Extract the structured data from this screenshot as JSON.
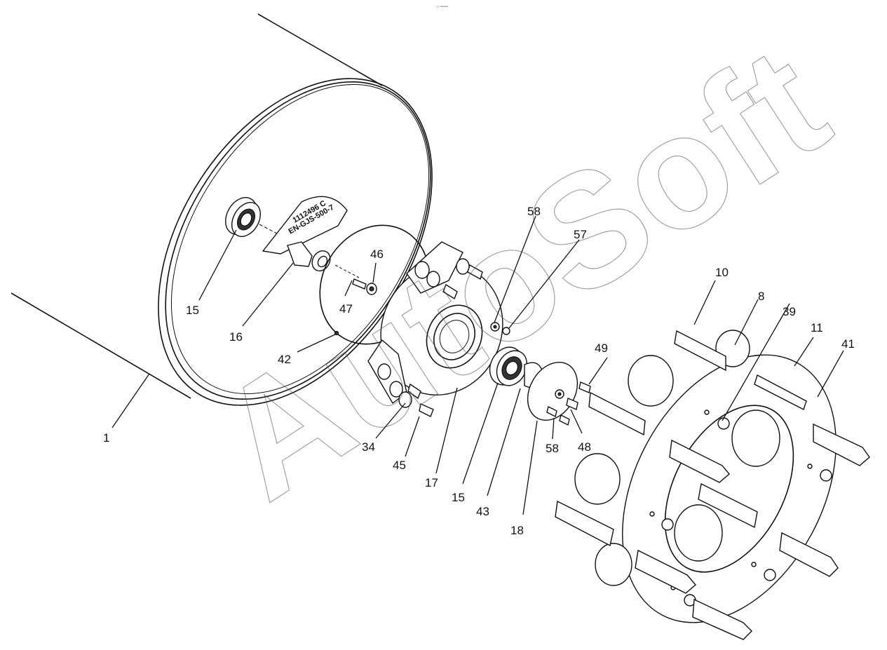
{
  "header": {
    "top_glyph": "▭ ═══"
  },
  "watermark": {
    "text": "AutoSoft"
  },
  "cast_marks": {
    "line1": "1112496 C",
    "line2": "EN-GJS-500-7"
  },
  "callouts": [
    {
      "id": "c1",
      "label": "1"
    },
    {
      "id": "c15a",
      "label": "15"
    },
    {
      "id": "c16",
      "label": "16"
    },
    {
      "id": "c47",
      "label": "47"
    },
    {
      "id": "c46",
      "label": "46"
    },
    {
      "id": "c42",
      "label": "42"
    },
    {
      "id": "c58a",
      "label": "58"
    },
    {
      "id": "c57",
      "label": "57"
    },
    {
      "id": "c34",
      "label": "34"
    },
    {
      "id": "c45",
      "label": "45"
    },
    {
      "id": "c17",
      "label": "17"
    },
    {
      "id": "c15b",
      "label": "15"
    },
    {
      "id": "c43",
      "label": "43"
    },
    {
      "id": "c18",
      "label": "18"
    },
    {
      "id": "c58b",
      "label": "58"
    },
    {
      "id": "c48",
      "label": "48"
    },
    {
      "id": "c49",
      "label": "49"
    },
    {
      "id": "c10",
      "label": "10"
    },
    {
      "id": "c8",
      "label": "8"
    },
    {
      "id": "c39",
      "label": "39"
    },
    {
      "id": "c11",
      "label": "11"
    },
    {
      "id": "c41",
      "label": "41"
    }
  ]
}
